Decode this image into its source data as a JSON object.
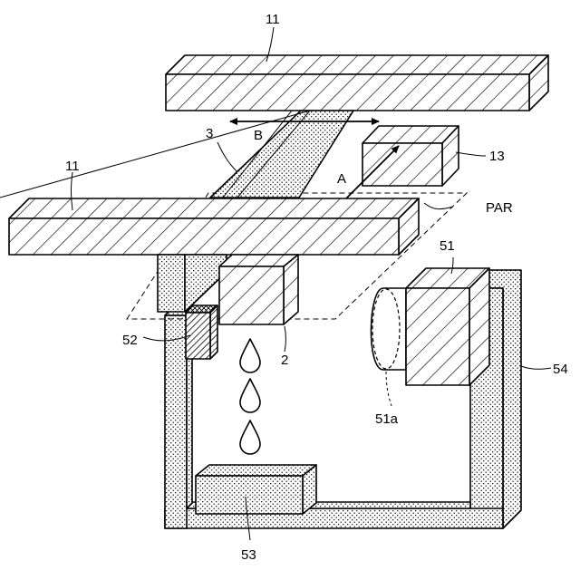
{
  "labels": {
    "beam_top": "11",
    "beam_front": "11",
    "rail": "3",
    "direction_b": "B",
    "block_13": "13",
    "direction_a": "A",
    "plane_par": "PAR",
    "camera_51": "51",
    "sensor_52": "52",
    "head_2": "2",
    "frame_54": "54",
    "lens_51a": "51a",
    "base_53": "53"
  }
}
